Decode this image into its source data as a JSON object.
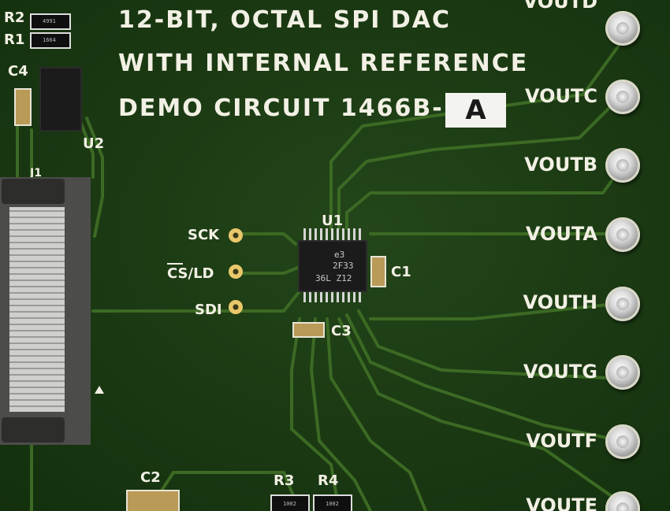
{
  "title": {
    "line1": "12-BIT, OCTAL SPI DAC",
    "line2": "WITH INTERNAL REFERENCE",
    "line3": "DEMO CIRCUIT 1466B-",
    "variant_label": "A"
  },
  "outputs": {
    "vout_top": "VOUTD",
    "voutc": "VOUTC",
    "voutb": "VOUTB",
    "vouta": "VOUTA",
    "vouth": "VOUTH",
    "voutg": "VOUTG",
    "voutf": "VOUTF",
    "voute": "VOUTE"
  },
  "signals": {
    "sck": "SCK",
    "cs_ld": "CS/LD",
    "sdi": "SDI"
  },
  "refdes": {
    "r2": "R2",
    "r1": "R1",
    "c4": "C4",
    "u2": "U2",
    "j1": "J1",
    "u1": "U1",
    "c1": "C1",
    "c3": "C3",
    "c2": "C2",
    "r3": "R3",
    "r4": "R4"
  },
  "chip_marking": {
    "line1": "e3",
    "line2": "2F33",
    "line3": "36L Z12"
  },
  "resistor_marking": {
    "r2": "4991",
    "r1": "1664",
    "r3": "1002",
    "r4": "1002"
  },
  "colors": {
    "board": "#1c3b14",
    "silkscreen": "#f2f0e4",
    "gold": "#e9c86a"
  }
}
